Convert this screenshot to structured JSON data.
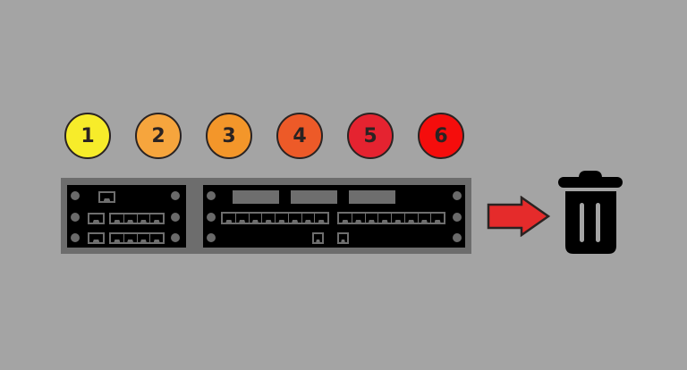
{
  "steps": [
    {
      "label": "1",
      "color": "#f7ec2a"
    },
    {
      "label": "2",
      "color": "#f6a53d"
    },
    {
      "label": "3",
      "color": "#f3962a"
    },
    {
      "label": "4",
      "color": "#ed5a28"
    },
    {
      "label": "5",
      "color": "#e52330"
    },
    {
      "label": "6",
      "color": "#f50d0c"
    }
  ],
  "device": {
    "name": "network-appliance",
    "panels": [
      {
        "screws_per_side": 3,
        "top_ports": 1,
        "row_ports": [
          [
            1,
            4
          ],
          [
            1,
            4
          ]
        ]
      },
      {
        "screws_per_side": 3,
        "sfp_slots": 3,
        "row_ports": [
          [
            8,
            8
          ]
        ],
        "bottom_ports": 2
      }
    ]
  },
  "arrow": {
    "icon": "arrow-right-icon",
    "color": "#e52b2b"
  },
  "trash": {
    "icon": "trash-icon",
    "color": "#000000"
  },
  "colors": {
    "background": "#a4a4a4",
    "frame": "#6d6d6d",
    "panel": "#000000",
    "detail": "#6e6e6e"
  }
}
